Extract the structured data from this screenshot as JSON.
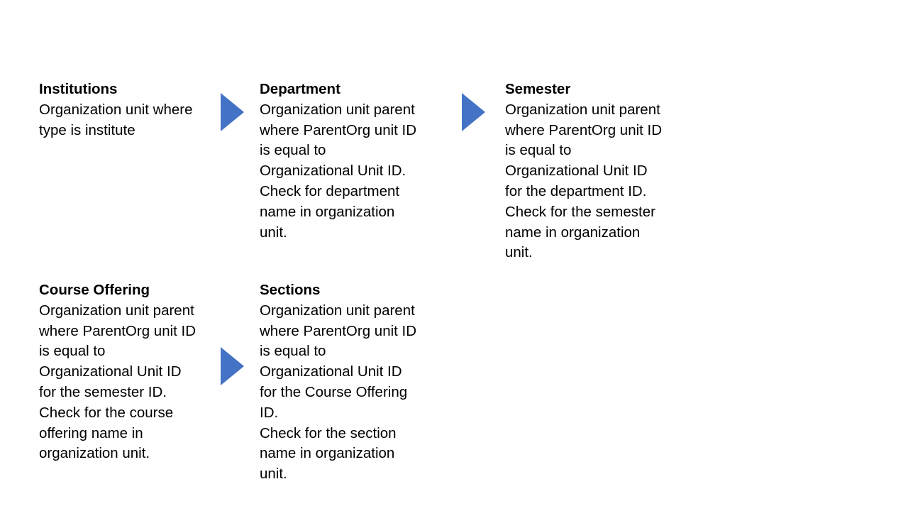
{
  "colors": {
    "arrow": "#4472C4",
    "text": "#000000",
    "background": "#FFFFFF"
  },
  "steps": [
    {
      "title": "Institutions",
      "lines": [
        "Organization unit where",
        "type is institute"
      ]
    },
    {
      "title": "Department",
      "lines": [
        "Organization unit parent",
        "where ParentOrg unit ID",
        "is equal to",
        "Organizational Unit ID.",
        "Check for department",
        "name in organization",
        "unit."
      ]
    },
    {
      "title": "Semester",
      "lines": [
        "Organization unit parent",
        "where ParentOrg unit ID",
        "is equal to",
        "Organizational Unit ID",
        "for the department ID.",
        "Check for the semester",
        "name in organization",
        "unit."
      ]
    },
    {
      "title": "Course Offering",
      "lines": [
        "Organization unit parent",
        "where ParentOrg unit ID",
        "is equal to",
        "Organizational Unit ID",
        "for the semester ID.",
        "Check for the course",
        "offering name in",
        "organization unit."
      ]
    },
    {
      "title": "Sections",
      "lines": [
        "Organization unit parent",
        "where ParentOrg unit ID",
        "is equal to",
        "Organizational Unit ID",
        "for the Course Offering",
        "ID.",
        "Check for the section",
        "name in organization",
        "unit."
      ]
    }
  ],
  "arrows": [
    {
      "from": "Institutions",
      "to": "Department"
    },
    {
      "from": "Department",
      "to": "Semester"
    },
    {
      "from": "Course Offering",
      "to": "Sections"
    }
  ]
}
